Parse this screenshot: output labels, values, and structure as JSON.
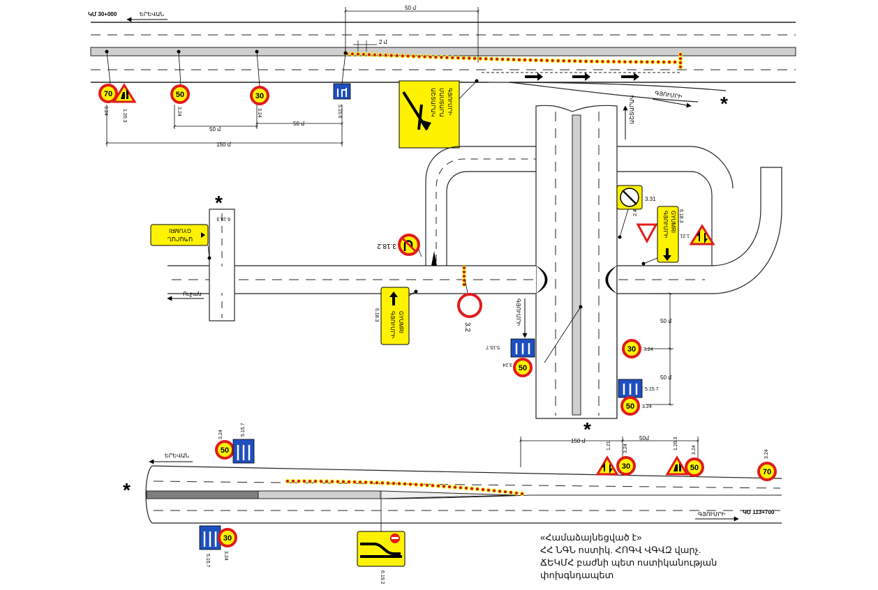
{
  "chainage": {
    "start": "ԿՄ 30+000",
    "end": "ԿՄ 113+700"
  },
  "directions": {
    "yerevan_top": "ԵՐԵՎԱՆ",
    "yerevan_bottom": "ԵՐԵՎԱՆ",
    "gyumri_top": "ԳՅՈՒՄՐԻ",
    "gyumri_bottom": "ԳՅՈՒՄՐԻ",
    "gyumri_ramp": "ԳՅՈՒՄՐԻ",
    "ashtarak": "ԱՇՏԱՐԱԿ",
    "ujan": "Ուջան",
    "aparan": "ԱՊԱՐԱՆ"
  },
  "dimensions": {
    "top_50": "50 մ",
    "top_2": "2 մ",
    "top_50_a": "50 մ",
    "top_50_b": "50 մ",
    "top_150": "150 մ",
    "right_50_a": "50 մ",
    "right_50_b": "50 մ",
    "bottom_150": "150 մ",
    "bottom_50": "50մ"
  },
  "signs": {
    "speed_70": "70",
    "speed_50": "50",
    "speed_30": "30",
    "code_324": "3.24",
    "code_1203": "1.20.3",
    "code_5156": "5.15.6",
    "code_5157": "5.15.7",
    "code_6183": "6.18.3",
    "code_3182": "3.18.2",
    "code_32": "3.2",
    "code_331": "3.31",
    "code_24": "2.4",
    "code_121": "1.21",
    "code_6192": "6.19.2",
    "yellow_big_line1": "ԱՇՏԱՐԱԿ",
    "yellow_big_line2": "ՄԱՍՏԱՐԱ",
    "yellow_big_line3": "ԳՅՈՒՄՐԻ",
    "gyumri_arm": "ԳՅՈՒՄՐԻ",
    "gyumri_lat": "GYUMRI"
  },
  "stamp": {
    "line1": "«Համաձայնեցված է»",
    "line2": "ՀՀ ՆԳՆ ոստիկ. ՀՈԳՎ ՎԳՎԶ վարչ.",
    "line3": "ՃԵԿՄՀ բաժնի պետ ոստիկանության",
    "line4": "փոխգնդապետ"
  },
  "colors": {
    "road_fill": "#ffffff",
    "road_edge": "#222222",
    "median_gray": "#cfcfcf",
    "median_dark": "#7f7f7f",
    "sign_yellow": "#fff200",
    "sign_blue": "#1f4fbf",
    "sign_red": "#e01b1b",
    "cone_red": "#c81414"
  }
}
